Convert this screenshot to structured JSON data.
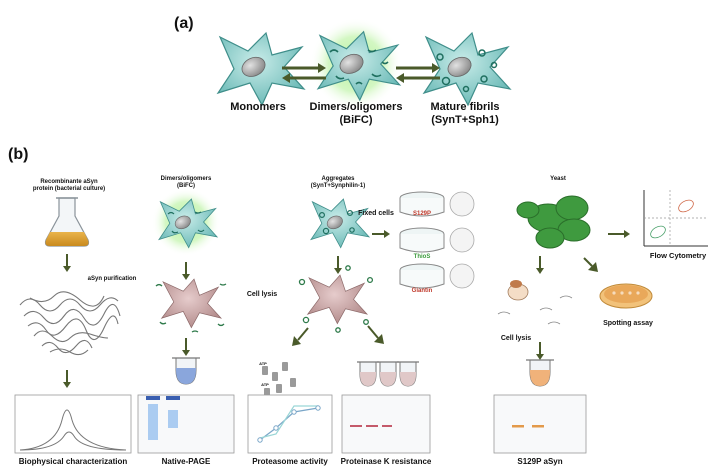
{
  "panel_a": {
    "label": "(a)",
    "monomers": "Monomers",
    "dimers": "Dimers/oligomers",
    "dimers_sub": "(BiFC)",
    "fibrils": "Mature fibrils",
    "fibrils_sub": "(SynT+Sph1)"
  },
  "panel_b": {
    "label": "(b)",
    "recombinant_line1": "Recombinante aSyn",
    "recombinant_line2": "protein (bacterial culture)",
    "purification": "aSyn purification",
    "dimers_line1": "Dimers/oligomers",
    "dimers_line2": "(BiFC)",
    "aggregates_line1": "Aggregates",
    "aggregates_line2": "(SynT+Synphilin-1)",
    "fixed_cells": "Fixed cells",
    "stain_s129p": "S129P",
    "stain_thios": "ThioS",
    "stain_giantin": "Giantin",
    "cell_lysis": "Cell lysis",
    "yeast": "Yeast",
    "cell_lysis_yeast": "Cell lysis",
    "flow_cytometry": "Flow Cytometry",
    "spotting_assay": "Spotting assay",
    "atp": "ATP",
    "caption_biophysical": "Biophysical characterization",
    "caption_native_page": "Native-PAGE",
    "caption_proteasome": "Proteasome activity",
    "caption_proteinase": "Proteinase K resistance",
    "caption_s129p": "S129P aSyn"
  },
  "colors": {
    "arrow": "#4a5a2a",
    "cell_fill": "#7fc8c4",
    "glow": "#9ee38a",
    "nucleus": "#a8a8a8",
    "lysed_cell": "#c8a4a4",
    "yeast": "#3f9a3f",
    "s129p_text": "#c0392b",
    "thios_text": "#3a9a3a",
    "gel_band_blue": "#9ec4ee",
    "gel_band_orange": "#e39a4a",
    "gel_band_red": "#c45a6a"
  }
}
